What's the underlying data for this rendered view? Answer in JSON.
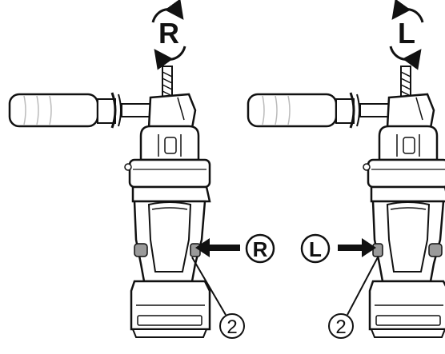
{
  "diagram": {
    "panels": [
      {
        "id": "right",
        "rotation_symbol": "R",
        "arrow_label": "R",
        "callout": "2",
        "arrow_direction": "left"
      },
      {
        "id": "left",
        "rotation_symbol": "L",
        "arrow_label": "L",
        "callout": "2",
        "arrow_direction": "right"
      }
    ]
  },
  "colors": {
    "stroke": "#111111",
    "switch": "#9a9a9a",
    "grip": "#c8c8c8"
  }
}
